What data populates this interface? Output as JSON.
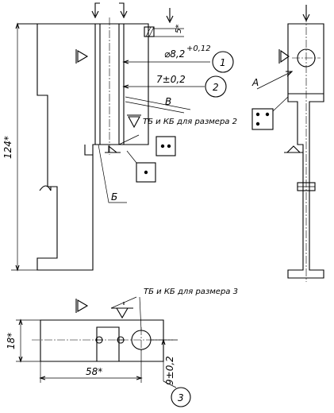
{
  "front_view": {
    "dim_overall_height": "124*",
    "dim_diameter": "⌀8,2",
    "dim_diameter_tol": "+0,12",
    "dim_offset": "7±0,2",
    "dim_small": "5*",
    "label_v": "В",
    "label_b": "Б",
    "note_datum_size2": "ТБ и КБ для размера 2",
    "callout_1": "1",
    "callout_2": "2"
  },
  "side_view": {
    "label_a": "А"
  },
  "top_view": {
    "note_datum_size3": "ТБ и КБ для размера 3",
    "dim_height": "18*",
    "dim_length": "58*",
    "dim_offset": "9±0,2",
    "callout_3": "3"
  }
}
